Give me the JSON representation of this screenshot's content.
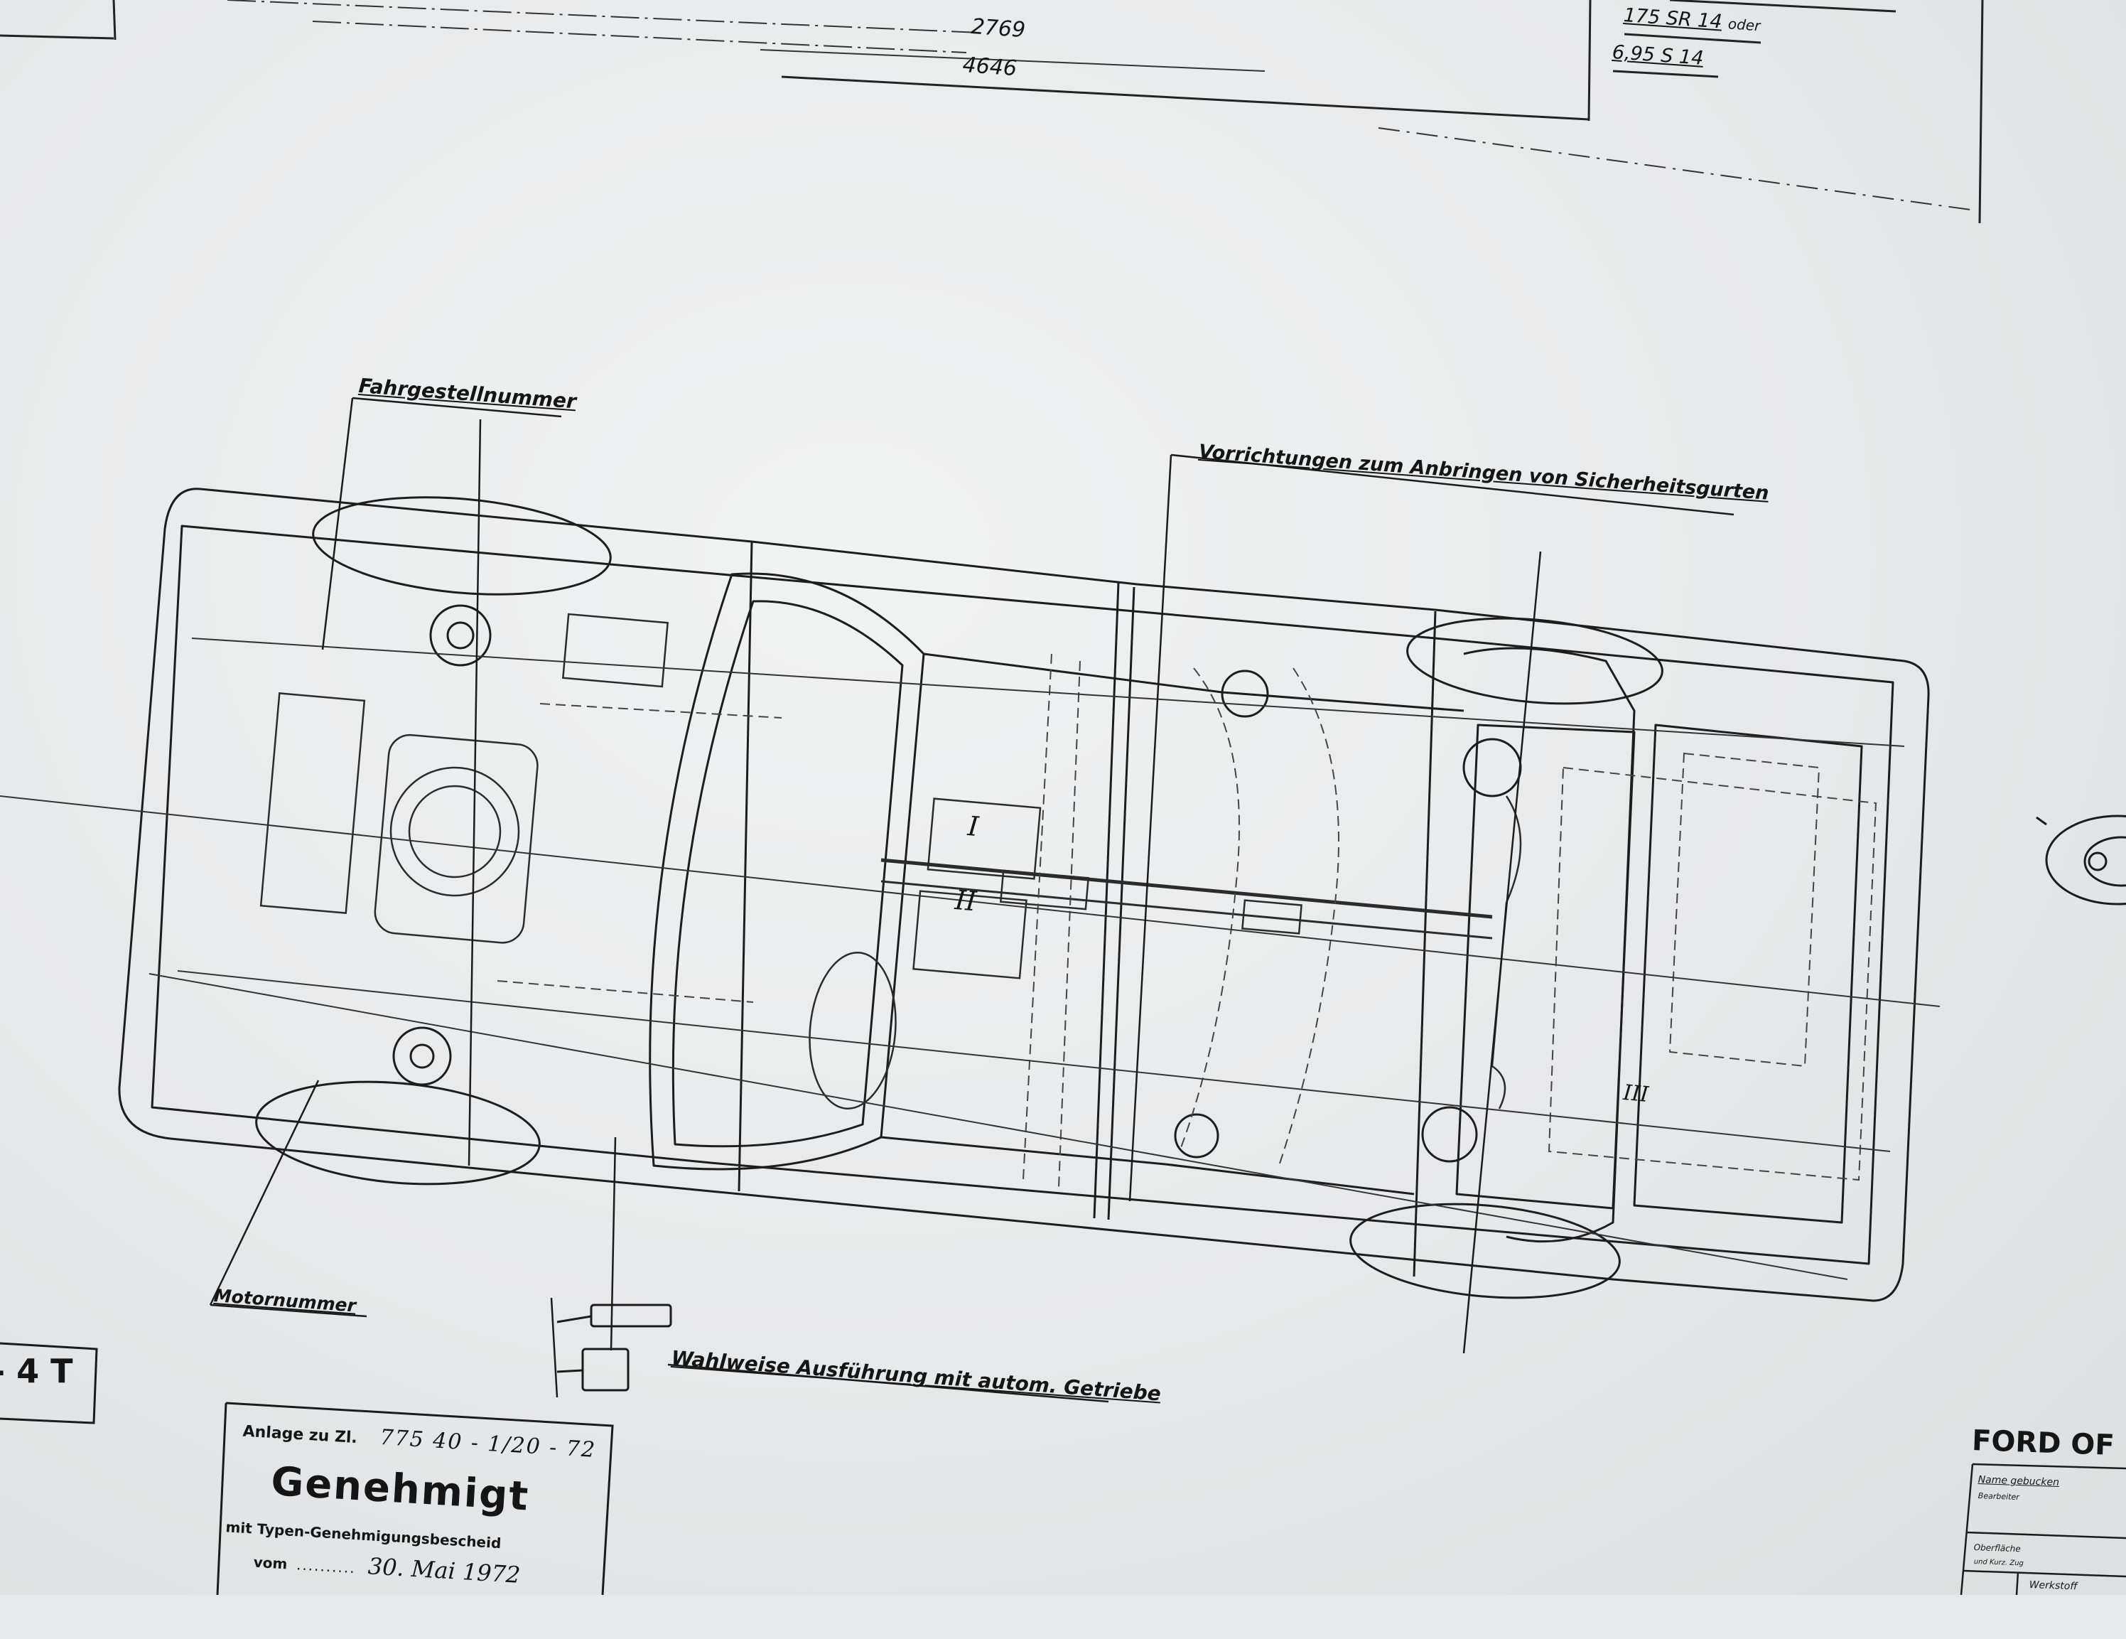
{
  "dimensions": {
    "wheelbase": "2769",
    "overall_length": "4646"
  },
  "tires": {
    "option_1": "175 SR 14",
    "option_1_suffix": "oder",
    "option_2": "6,95 S 14"
  },
  "labels": {
    "chassis_number": "Fahrgestellnummer",
    "seatbelt_anchors": "Vorrichtungen zum Anbringen von Sicherheitsgurten",
    "engine_number": "Motornummer",
    "optional_automatic": "Wahlweise Ausführung mit autom. Getriebe"
  },
  "seat_markers": {
    "front": "I",
    "rear": "II",
    "third": "III"
  },
  "model_code": "- 4 T",
  "stamp": {
    "annex_label": "Anlage zu Zl.",
    "annex_number": "775 40 - 1/20 - 72",
    "title": "Genehmigt",
    "subtitle": "mit Typen-Genehmigungsbescheid",
    "date_prefix": "vom",
    "date_dots": "..........",
    "date_value": "30. Mai 1972"
  },
  "title_block": {
    "company": "FORD OF",
    "row1": "Name gebucken",
    "row2": "Bearbeiter",
    "row3": "Oberfläche",
    "row4": "und Kurz. Zug",
    "row5": "Werkstoff"
  },
  "colors": {
    "paper": "#eceeee",
    "ink": "#1c1c1c",
    "ink_light": "#555555"
  }
}
